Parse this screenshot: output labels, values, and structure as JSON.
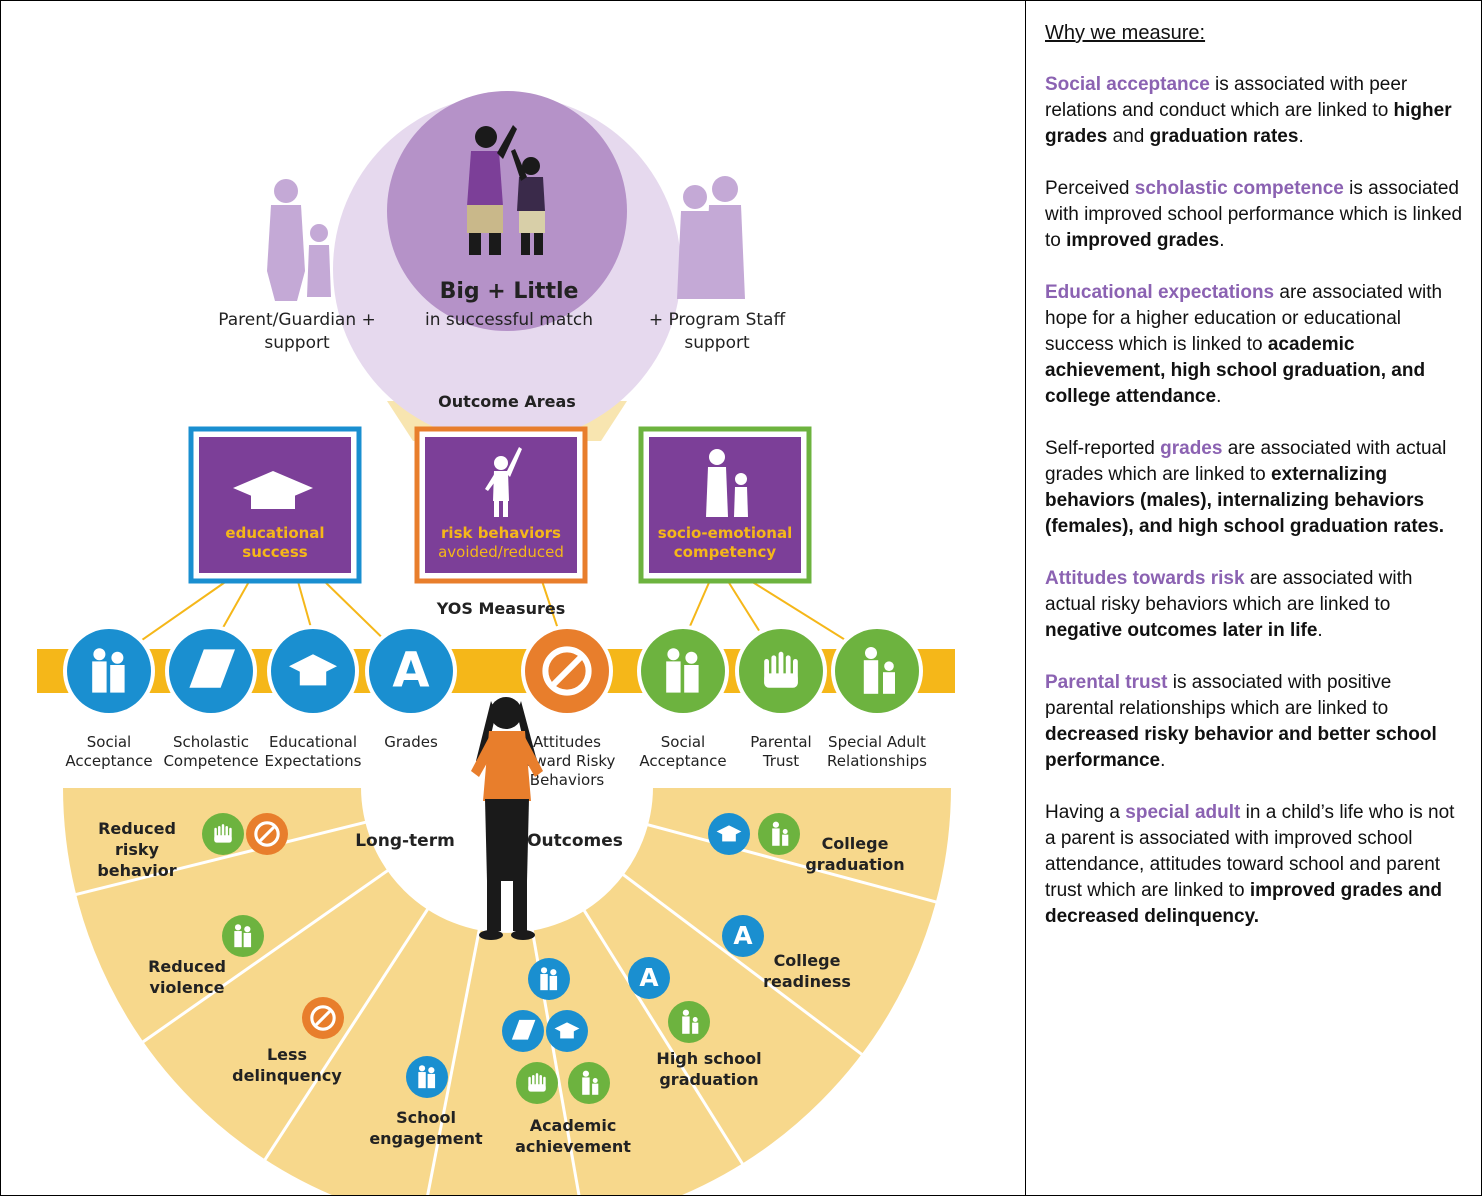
{
  "diagram": {
    "center_title": "Big + Little",
    "center_subtitle": "in successful match",
    "parent_line1": "Parent/Guardian +",
    "parent_line2": "support",
    "staff_line1": "+ Program Staff",
    "staff_line2": "support",
    "outcome_areas_label": "Outcome Areas",
    "yos_label": "YOS Measures",
    "areas": [
      {
        "line1": "educational",
        "line2": "success",
        "border_color": "#1a8fd0"
      },
      {
        "line1": "risk behaviors",
        "line2": "avoided/reduced",
        "border_color": "#e87e2c"
      },
      {
        "line1": "socio-emotional",
        "line2": "competency",
        "border_color": "#6db33f"
      }
    ],
    "measures": [
      {
        "line1": "Social",
        "line2": "Acceptance",
        "line3": "",
        "icon": "people-icon",
        "color": "#1a8fd0"
      },
      {
        "line1": "Scholastic",
        "line2": "Competence",
        "line3": "",
        "icon": "book-icon",
        "color": "#1a8fd0"
      },
      {
        "line1": "Educational",
        "line2": "Expectations",
        "line3": "",
        "icon": "graduation-cap-icon",
        "color": "#1a8fd0"
      },
      {
        "line1": "Grades",
        "line2": "",
        "line3": "",
        "icon": "letter-a-icon",
        "color": "#1a8fd0"
      },
      {
        "line1": "Attitudes",
        "line2": "Toward Risky",
        "line3": "Behaviors",
        "icon": "no-smoking-icon",
        "color": "#e87e2c"
      },
      {
        "line1": "Social",
        "line2": "Acceptance",
        "line3": "",
        "icon": "people-icon",
        "color": "#6db33f"
      },
      {
        "line1": "Parental",
        "line2": "Trust",
        "line3": "",
        "icon": "hands-icon",
        "color": "#6db33f"
      },
      {
        "line1": "Special Adult",
        "line2": "Relationships",
        "line3": "",
        "icon": "adult-child-icon",
        "color": "#6db33f"
      }
    ],
    "longterm_left": "Long-term",
    "longterm_right": "Outcomes",
    "outcomes": [
      {
        "line1": "Reduced",
        "line2": "risky",
        "line3": "behavior"
      },
      {
        "line1": "Reduced",
        "line2": "violence",
        "line3": ""
      },
      {
        "line1": "Less",
        "line2": "delinquency",
        "line3": ""
      },
      {
        "line1": "School",
        "line2": "engagement",
        "line3": ""
      },
      {
        "line1": "Academic",
        "line2": "achievement",
        "line3": ""
      },
      {
        "line1": "High school",
        "line2": "graduation",
        "line3": ""
      },
      {
        "line1": "College",
        "line2": "readiness",
        "line3": ""
      },
      {
        "line1": "College",
        "line2": "graduation",
        "line3": ""
      }
    ],
    "colors": {
      "purple": "#7c3f98",
      "light_purple": "#d9c8e6",
      "yellow": "#f7d88c",
      "band": "#f5b719",
      "blue": "#1a8fd0",
      "orange": "#e87e2c",
      "green": "#6db33f"
    }
  },
  "panel": {
    "heading": "Why we measure:",
    "p1": {
      "hl": "Social acceptance",
      "t1": " is associated with peer relations and conduct which are linked to ",
      "b1": "higher grades",
      "t2": " and ",
      "b2": "graduation rates",
      "t3": "."
    },
    "p2": {
      "t0": "Perceived ",
      "hl": "scholastic competence",
      "t1": " is associated with improved school performance which is linked to ",
      "b1": "improved grades",
      "t2": "."
    },
    "p3": {
      "hl": "Educational expectations",
      "t1": " are associated with hope for a higher education or educational success which is linked to ",
      "b1": "academic achievement, high school graduation, and college attendance",
      "t2": "."
    },
    "p4": {
      "t0": "Self-reported ",
      "hl": "grades",
      "t1": " are associated with actual grades which are linked to ",
      "b1": "externalizing behaviors (males), internalizing behaviors (females), and high school graduation rates."
    },
    "p5": {
      "hl": "Attitudes towards risk",
      "t1": " are associated with actual risky behaviors which are linked to ",
      "b1": "negative outcomes later in life",
      "t2": "."
    },
    "p6": {
      "hl": "Parental trust",
      "t1": " is associated with positive parental relationships which are linked to ",
      "b1": "decreased risky behavior and better school performance",
      "t2": "."
    },
    "p7": {
      "t0": "Having a ",
      "hl": "special adult",
      "t1": " in a child’s life who is not a parent is associated with improved school attendance, attitudes toward school and parent trust which are linked to ",
      "b1": "improved grades and decreased delinquency."
    }
  }
}
